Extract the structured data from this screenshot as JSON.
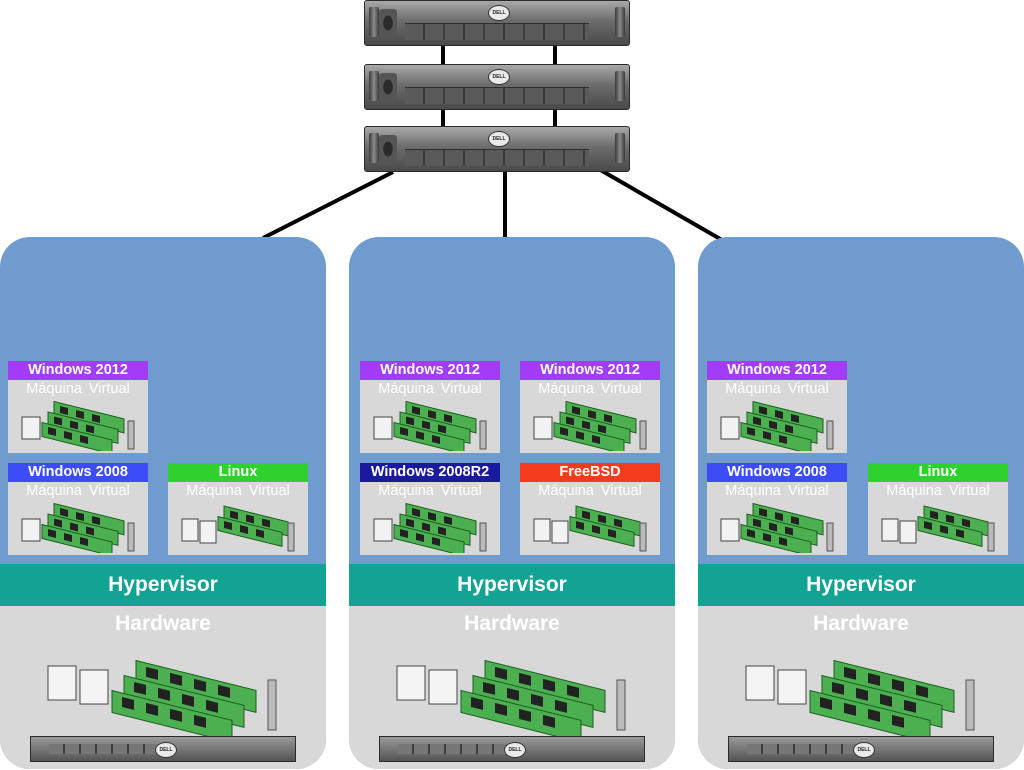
{
  "hosts": [
    {
      "hypervisor": "Hypervisor",
      "hardware": "Hardware",
      "vms": [
        {
          "os": "Windows  2012",
          "label": "Máquina  Virtual",
          "color": "#a23cf6"
        },
        {
          "os": "Windows  2008",
          "label": "Máquina  Virtual",
          "color": "#3c4cf6"
        },
        {
          "os": "Linux",
          "label": "Máquina  Virtual",
          "color": "#2fd12f"
        }
      ]
    },
    {
      "hypervisor": "Hypervisor",
      "hardware": "Hardware",
      "vms": [
        {
          "os": "Windows  2012",
          "label": "Máquina  Virtual",
          "color": "#a23cf6"
        },
        {
          "os": "Windows  2012",
          "label": "Máquina  Virtual",
          "color": "#a23cf6"
        },
        {
          "os": "Windows  2008R2",
          "label": "Máquina  Virtual",
          "color": "#1a1a9e"
        },
        {
          "os": "FreeBSD",
          "label": "Máquina  Virtual",
          "color": "#f23c1c"
        }
      ]
    },
    {
      "hypervisor": "Hypervisor",
      "hardware": "Hardware",
      "vms": [
        {
          "os": "Windows  2012",
          "label": "Máquina  Virtual",
          "color": "#a23cf6"
        },
        {
          "os": "Windows  2008",
          "label": "Máquina  Virtual",
          "color": "#3c4cf6"
        },
        {
          "os": "Linux",
          "label": "Máquina  Virtual",
          "color": "#2fd12f"
        }
      ]
    }
  ],
  "colors": {
    "host_panel": "#6f9bcf",
    "hypervisor_band": "#12a393",
    "hardware_area": "#d8d8d8",
    "vm_box": "#d8d8d8",
    "link": "#000000"
  },
  "icons": {
    "storage": "storage-array-icon",
    "memory": "ram-module-icon",
    "cpu": "cpu-chip-icon",
    "server": "rack-server-icon"
  }
}
